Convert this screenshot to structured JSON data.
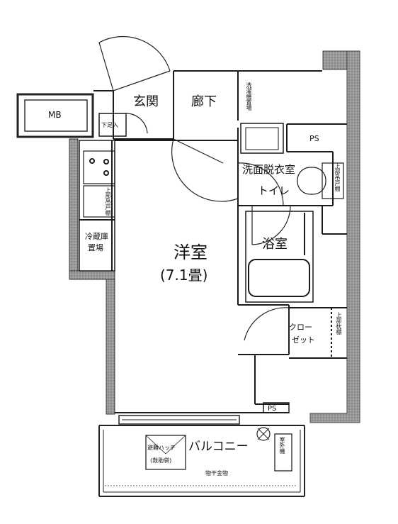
{
  "rooms": {
    "genkan": "玄関",
    "rouka": "廊下",
    "sentakuki": "洗濯機置場",
    "mb": "MB",
    "shitaaogi": "下足入",
    "ps_top": "PS",
    "senmen": "洗面脱衣室",
    "toilet": "トイレ",
    "joubu_tana_1": "上部吊戸棚",
    "joubu_tana_2": "上部吊戸棚",
    "joubu_tana_3": "上部枕棚",
    "youshitsu": "洋室",
    "youshitsu_size": "(7.1畳)",
    "yokushitsu": "浴室",
    "reizouko": "冷蔵庫",
    "okiba": "置場",
    "closet_1": "クロー",
    "closet_2": "ゼット",
    "ps_bottom": "PS",
    "hinan_1": "避難ハッチ",
    "hinan_2": "(救助袋)",
    "balcony": "バルコニー",
    "monohoshi": "物干金物",
    "shitsugaiki": "室外機"
  },
  "colors": {
    "wall": "#8c8c8c",
    "line": "#1a1a1a"
  }
}
